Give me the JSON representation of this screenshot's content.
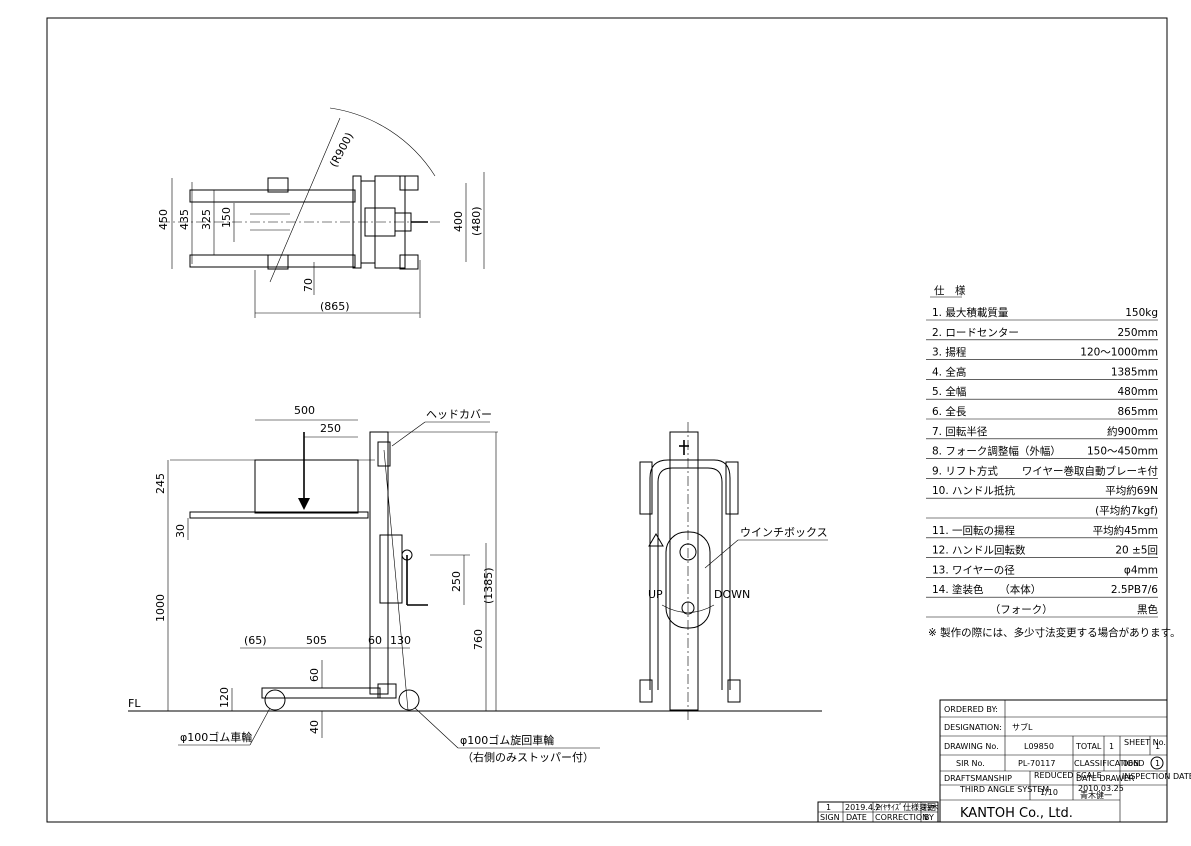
{
  "top_view": {
    "dims": [
      "450",
      "435",
      "325",
      "150",
      "400",
      "(480)",
      "(R900)",
      "70",
      "(865)"
    ]
  },
  "side_view": {
    "dims": [
      "500",
      "250",
      "245",
      "30",
      "1000",
      "250",
      "(1385)",
      "760",
      "120",
      "60",
      "40",
      "(65)",
      "505",
      "60",
      "130"
    ],
    "fl_label": "FL",
    "head_cover": "ヘッドカバー",
    "caster_fixed": "φ100ゴム車輪",
    "caster_swivel": "φ100ゴム旋回車輪",
    "caster_swivel_note": "（右側のみストッパー付）"
  },
  "front_view": {
    "winch_box": "ウインチボックス",
    "up": "UP",
    "down": "DOWN"
  },
  "specs": {
    "title": "仕　様",
    "rows": [
      {
        "label": "1. 最大積載質量",
        "value": "150kg"
      },
      {
        "label": "2. ロードセンター",
        "value": "250mm"
      },
      {
        "label": "3. 揚程",
        "value": "120〜1000mm"
      },
      {
        "label": "4. 全高",
        "value": "1385mm"
      },
      {
        "label": "5. 全幅",
        "value": "480mm"
      },
      {
        "label": "6. 全長",
        "value": "865mm"
      },
      {
        "label": "7. 回転半径",
        "value": "約900mm"
      },
      {
        "label": "8. フォーク調整幅（外幅）",
        "value": "150〜450mm"
      },
      {
        "label": "9. リフト方式",
        "value": "ワイヤー巻取自動ブレーキ付"
      },
      {
        "label": "10. ハンドル抵抗",
        "value": "平均約69N"
      },
      {
        "label": "",
        "value": "(平均約7kgf)"
      },
      {
        "label": "11. 一回転の揚程",
        "value": "平均約45mm"
      },
      {
        "label": "12. ハンドル回転数",
        "value": "20 ±5回"
      },
      {
        "label": "13. ワイヤーの径",
        "value": "φ4mm"
      },
      {
        "label": "14. 塗装色　　（本体）",
        "value": "2.5PB7/6"
      },
      {
        "label": "　　　　　　（フォーク）",
        "value": "黒色"
      }
    ],
    "note": "※ 製作の際には、多少寸法変更する場合があります。"
  },
  "title_block": {
    "ordered_by_label": "ORDERED BY:",
    "ordered_by_value": "",
    "designation_label": "DESIGNATION:",
    "designation_value": "サブL",
    "drawing_no_label": "DRAWING No.",
    "drawing_no_value": "L09850",
    "total_label": "TOTAL",
    "total_value": "1",
    "sheet_label": "SHEET No.",
    "sheet_value": "1",
    "sir_label": "SIR No.",
    "sir_value": "PL-70117",
    "classification_label": "CLASSIFICATION",
    "classification_value": "066D",
    "classification_rev": "1",
    "draftsmanship_label": "DRAFTSMANSHIP",
    "reduced_scale_label": "REDUCED SCALE",
    "date_drawer_label": "DATE DRAWER",
    "inspection_label": "INSPECTION DATE BY",
    "angle_label": "THIRD ANGLE SYSTEM",
    "scale_value": "1/10",
    "drawer_date": "2010.03.25",
    "drawer_name": "青木健一",
    "company": "KANTOH Co., Ltd."
  },
  "revision_block": {
    "mark": "1",
    "date": "2019.4.2",
    "correction": "ﾀｲﾔｻｲｽﾞ仕様変更",
    "by": "鈴木",
    "sign_label": "SIGN",
    "date_label": "DATE",
    "correction_label": "CORRECTION",
    "by_label": "BY"
  }
}
